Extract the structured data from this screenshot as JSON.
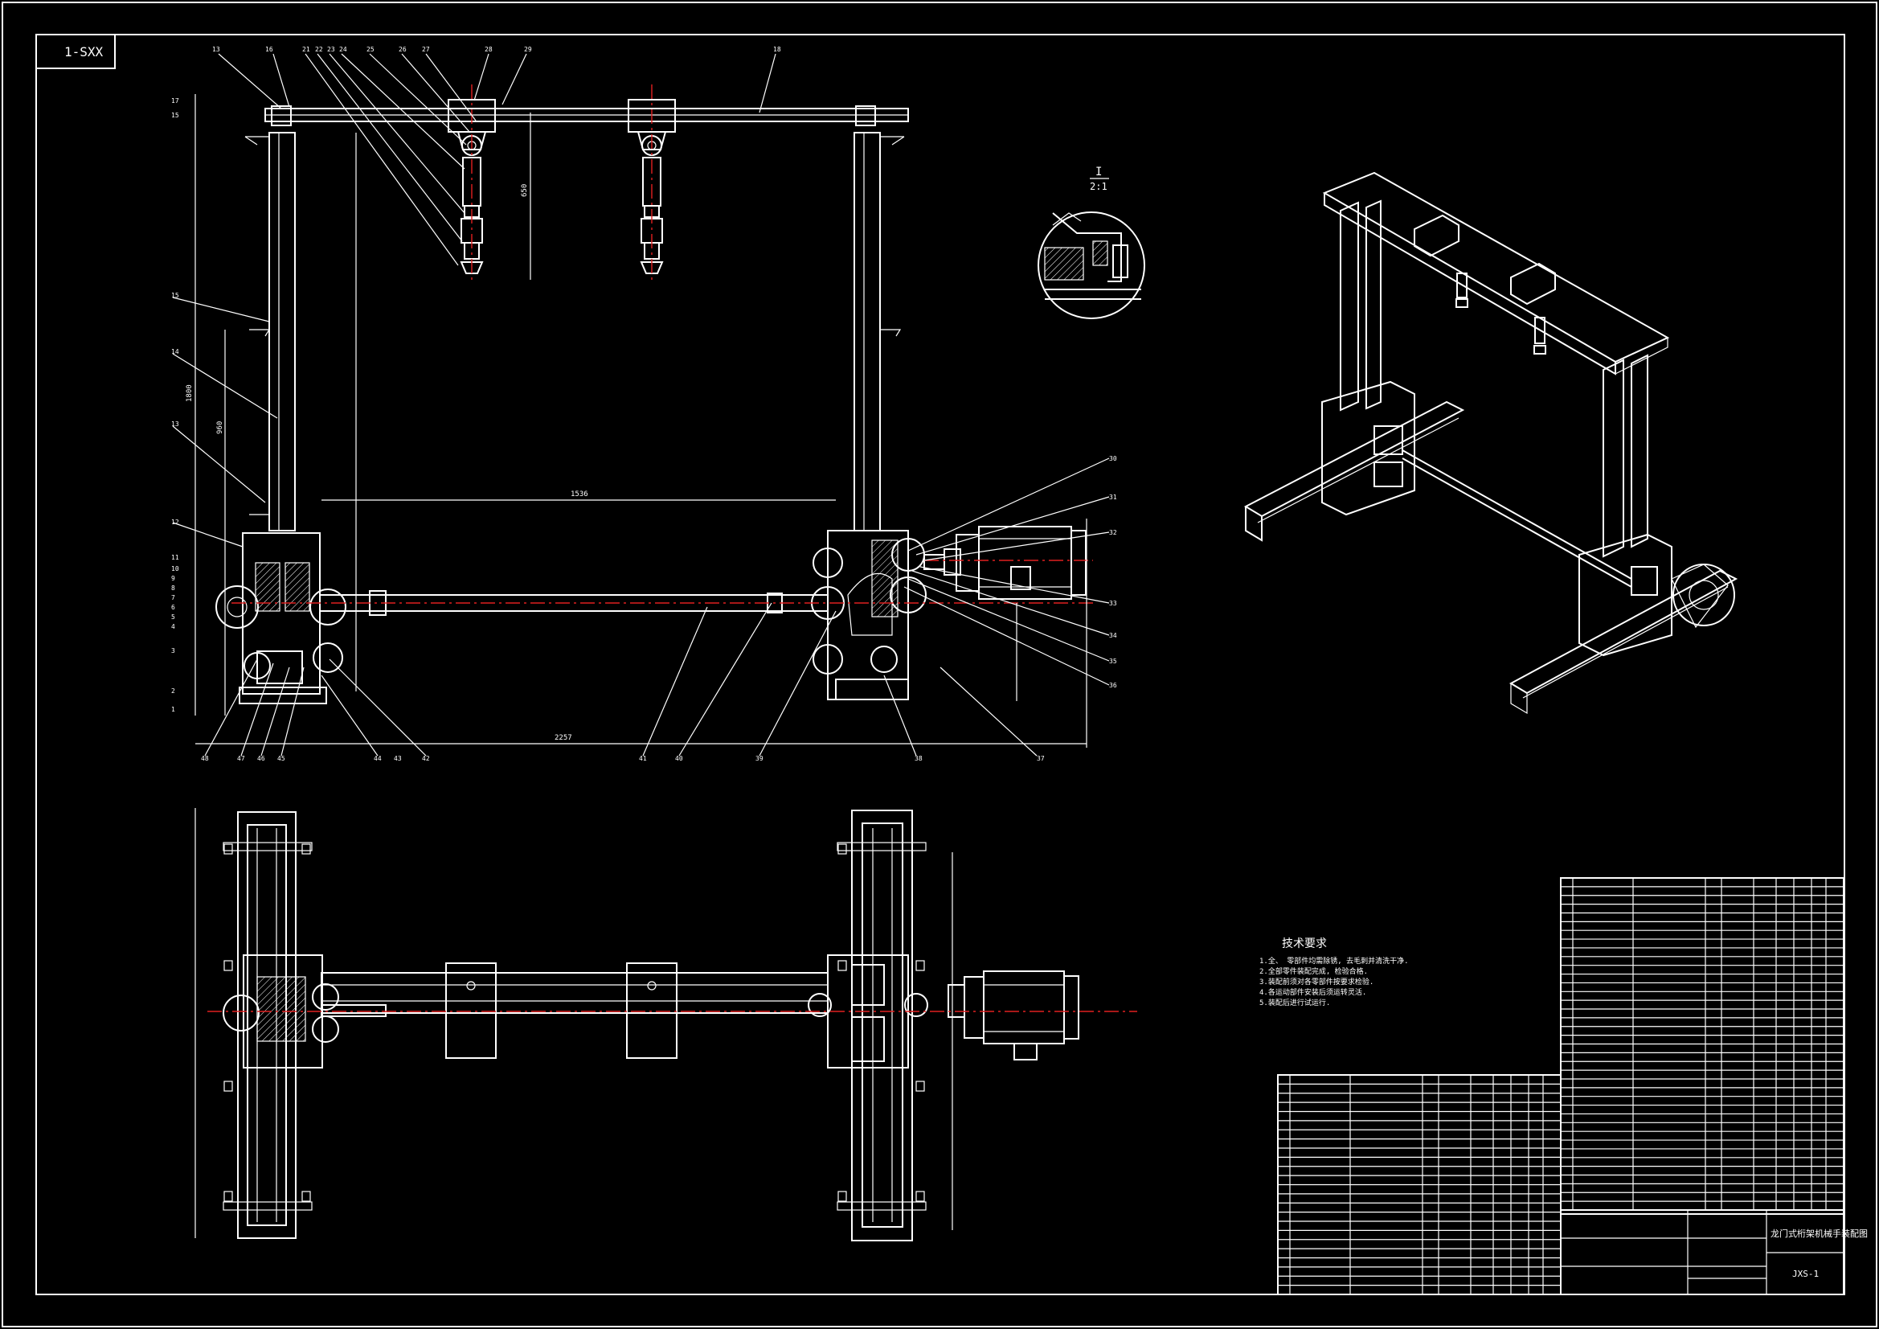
{
  "sheet": {
    "code_box": "1-SXX",
    "drawing_title": "龙门式桁架机械手装配图",
    "drawing_number": "JXS-1"
  },
  "detail": {
    "label": "I",
    "scale": "2:1"
  },
  "technical_requirements": {
    "heading": "技术要求",
    "items": [
      "1.全、 零部件均需除锈, 去毛刺并清洗干净.",
      "2.全部零件装配完成, 检验合格.",
      "3.装配前须对各零部件按要求检验.",
      "4.各运动部件安装后须运转灵活.",
      "5.装配后进行试运行."
    ]
  },
  "front_view": {
    "part_callouts": [
      "13",
      "16",
      "21",
      "22",
      "23",
      "24",
      "25",
      "26",
      "27",
      "28",
      "29",
      "18",
      "17",
      "15",
      "15",
      "14",
      "13",
      "12",
      "11",
      "10",
      "9",
      "8",
      "7",
      "6",
      "5",
      "4",
      "3",
      "2",
      "1",
      "48",
      "47",
      "46",
      "45",
      "44",
      "43",
      "42",
      "41",
      "40",
      "39",
      "38",
      "37",
      "36",
      "35",
      "34",
      "33",
      "32",
      "31",
      "30"
    ],
    "dimensions": {
      "overall_width": "2257",
      "inner_span": "1536",
      "height_main": "1800",
      "column_height": "960",
      "tool_height": "650"
    }
  },
  "colors": {
    "background": "#000000",
    "line": "#ffffff",
    "centerline": "#e02020"
  }
}
